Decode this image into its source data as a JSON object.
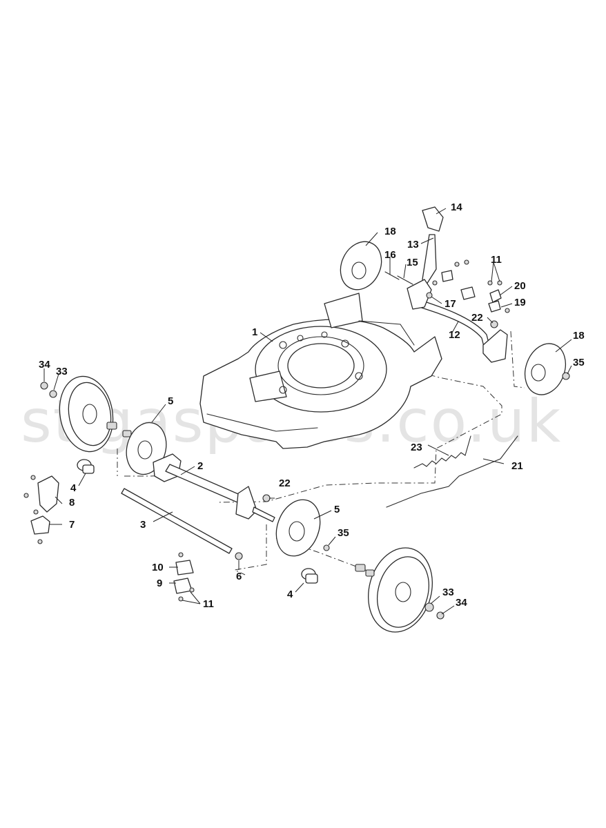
{
  "watermark": "stigaspares.co.uk",
  "callouts": {
    "c1": "1",
    "c2": "2",
    "c3": "3",
    "c4a": "4",
    "c4b": "4",
    "c5a": "5",
    "c5b": "5",
    "c6": "6",
    "c7": "7",
    "c8": "8",
    "c9": "9",
    "c10": "10",
    "c11a": "11",
    "c11b": "11",
    "c12": "12",
    "c13": "13",
    "c14": "14",
    "c15": "15",
    "c16": "16",
    "c17": "17",
    "c18a": "18",
    "c18b": "18",
    "c19": "19",
    "c20": "20",
    "c21": "21",
    "c22a": "22",
    "c22b": "22",
    "c23": "23",
    "c33a": "33",
    "c33b": "33",
    "c34a": "34",
    "c34b": "34",
    "c35a": "35",
    "c35b": "35"
  }
}
